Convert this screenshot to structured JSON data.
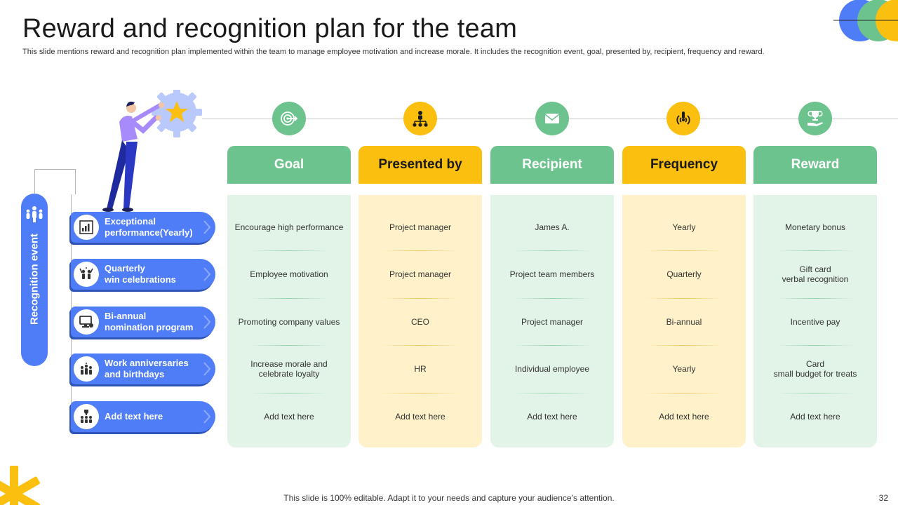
{
  "slide": {
    "title": "Reward and recognition plan for the team",
    "subtitle": "This slide mentions reward and recognition plan implemented within the team to manage employee motivation and increase morale. It includes the recognition event, goal, presented by, recipient, frequency and reward.",
    "footer": "This slide is 100% editable. Adapt it to your needs and capture your audience’s attention.",
    "page_number": "32"
  },
  "colors": {
    "blue": "#4f7cf7",
    "green": "#6dc38e",
    "yellow": "#fbbf0f",
    "light_green": "#e2f4e7",
    "light_yellow": "#fff1c9"
  },
  "side": {
    "label": "Recognition event",
    "icon": "group-people-icon"
  },
  "events": [
    {
      "label": "Exceptional\nperformance(Yearly)",
      "icon": "performance-chart-icon"
    },
    {
      "label": "Quarterly\nwin celebrations",
      "icon": "celebration-icon"
    },
    {
      "label": "Bi-annual\nnomination program",
      "icon": "computer-nomination-icon"
    },
    {
      "label": "Work anniversaries\nand birthdays",
      "icon": "team-party-icon"
    },
    {
      "label": "Add text here",
      "icon": "award-team-icon"
    }
  ],
  "columns": [
    {
      "header": "Goal",
      "icon": "target-icon",
      "color": "green",
      "cells": [
        "Encourage high performance",
        "Employee motivation",
        "Promoting company values",
        "Increase morale and\ncelebrate loyalty",
        "Add text here"
      ]
    },
    {
      "header": "Presented by",
      "icon": "hierarchy-icon",
      "color": "yellow",
      "cells": [
        "Project manager",
        "Project manager",
        "CEO",
        "HR",
        "Add text here"
      ]
    },
    {
      "header": "Recipient",
      "icon": "envelope-icon",
      "color": "green",
      "cells": [
        "James A.",
        "Project team members",
        "Project manager",
        "Individual employee",
        "Add text here"
      ]
    },
    {
      "header": "Frequency",
      "icon": "signal-hand-icon",
      "color": "yellow",
      "cells": [
        "Yearly",
        "Quarterly",
        "Bi-annual",
        "Yearly",
        "Add text here"
      ]
    },
    {
      "header": "Reward",
      "icon": "trophy-hand-icon",
      "color": "green",
      "cells": [
        "Monetary bonus",
        "Gift card\nverbal recognition",
        "Incentive pay",
        "Card\nsmall budget for treats",
        "Add text here"
      ]
    }
  ]
}
